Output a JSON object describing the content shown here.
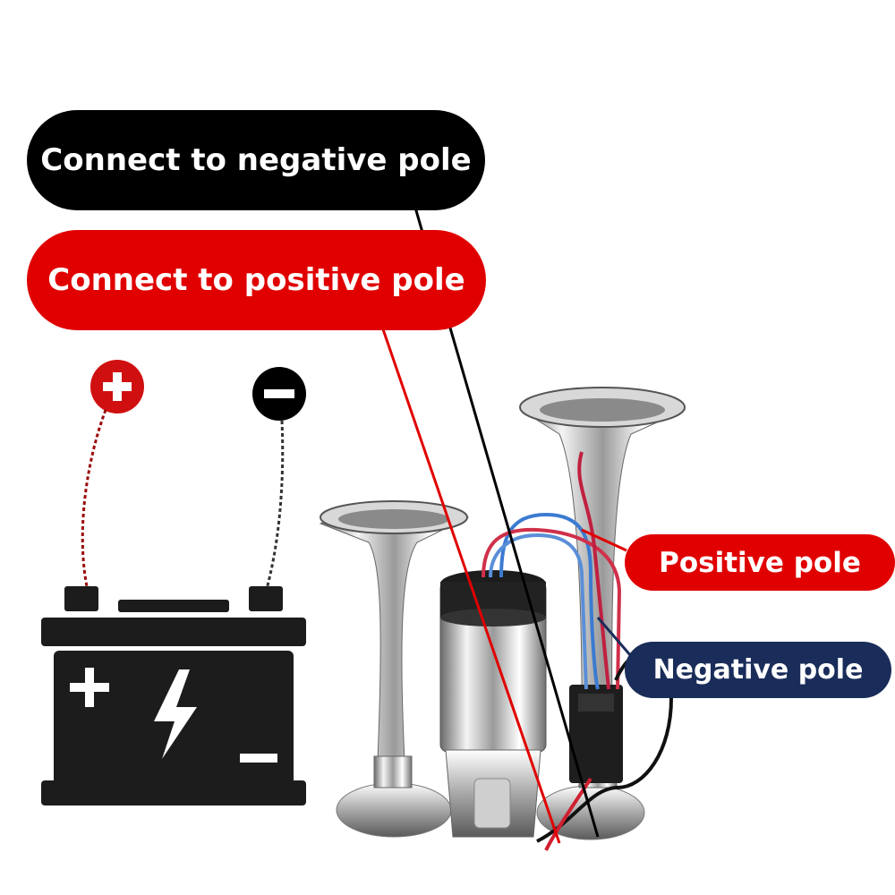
{
  "labels": {
    "connect_negative": "Connect to negative pole",
    "connect_positive": "Connect to positive pole",
    "positive_pole": "Positive pole",
    "negative_pole": "Negative pole"
  },
  "colors": {
    "negative_label": "#000000",
    "positive_label": "#e00000",
    "negative_pole_label": "#1a2d5a",
    "battery": "#1c1c1c",
    "plus_terminal": "#d01010"
  },
  "icons": [
    "plus-terminal-icon",
    "minus-terminal-icon",
    "battery-icon",
    "lightning-icon",
    "air-horn-icon"
  ]
}
